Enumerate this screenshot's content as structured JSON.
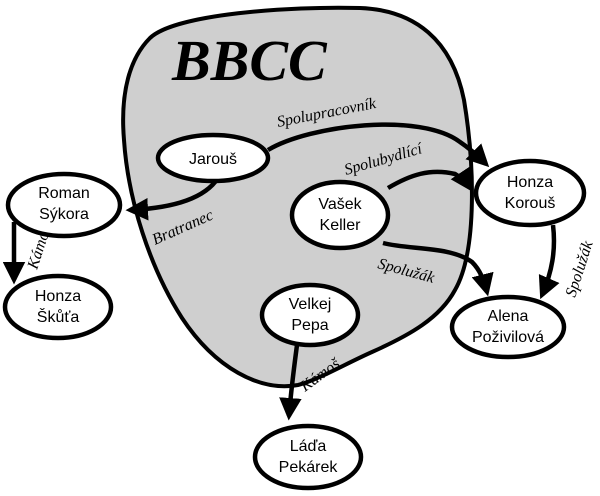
{
  "region": {
    "title": "BBCC"
  },
  "nodes": {
    "jarous": {
      "lines": [
        "Jarouš"
      ]
    },
    "roman": {
      "lines": [
        "Roman",
        "Sýkora"
      ]
    },
    "honza_s": {
      "lines": [
        "Honza",
        "Škůťa"
      ]
    },
    "vasek": {
      "lines": [
        "Vašek",
        "Keller"
      ]
    },
    "honza_k": {
      "lines": [
        "Honza",
        "Korouš"
      ]
    },
    "alena": {
      "lines": [
        "Alena",
        "Poživilová"
      ]
    },
    "velkej": {
      "lines": [
        "Velkej",
        "Pepa"
      ]
    },
    "lada": {
      "lines": [
        "Láďa",
        "Pekárek"
      ]
    }
  },
  "edges": {
    "spolupracovnik": {
      "label": "Spolupracovník"
    },
    "bratranec": {
      "label": "Bratranec"
    },
    "kamos1": {
      "label": "Kámoš"
    },
    "spolubydlici": {
      "label": "Spolubydlící"
    },
    "spoluzak1": {
      "label": "Spolužák"
    },
    "spoluzak2": {
      "label": "Spolužák"
    },
    "kamos2": {
      "label": "Kámoš"
    }
  }
}
